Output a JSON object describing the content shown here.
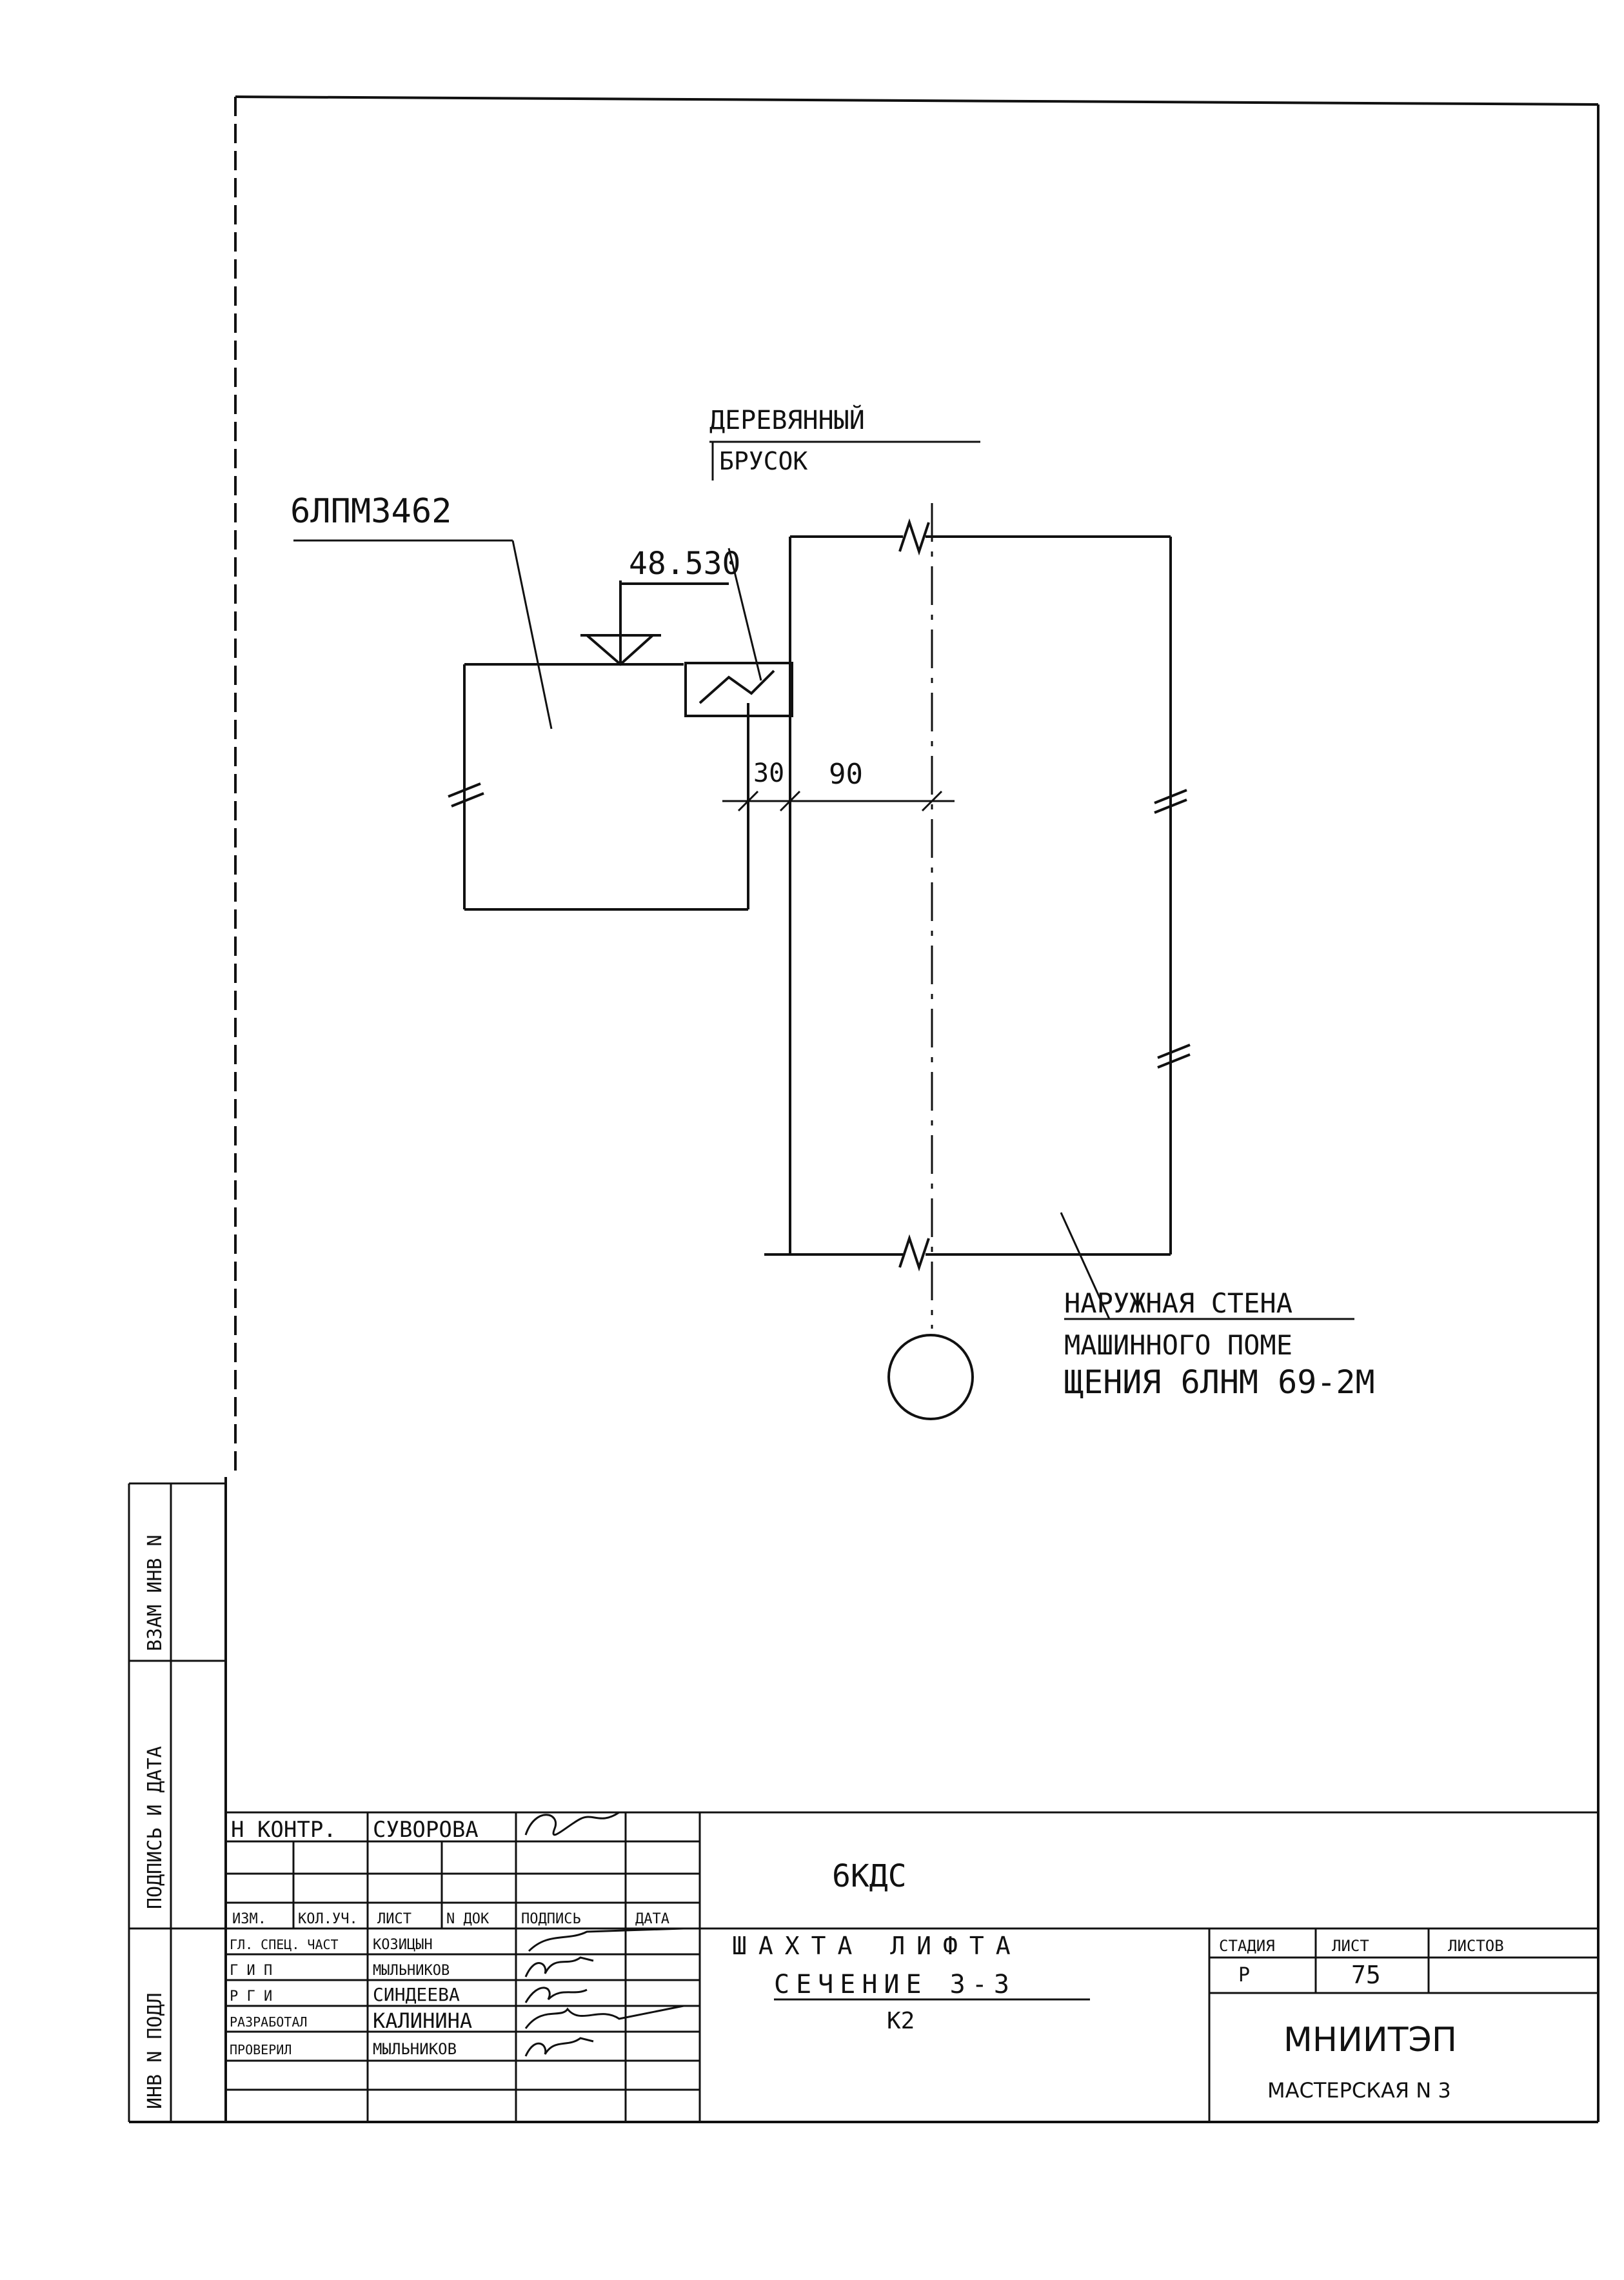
{
  "drawing": {
    "labels": {
      "panel_mark": "6ЛПМ3462",
      "wood_block_line1": "ДЕРЕВЯННЫЙ",
      "wood_block_line2": "БРУСОК",
      "elevation": "48.530",
      "dim_gap": "30",
      "dim_wall": "90",
      "wall_line1": "НАРУЖНАЯ СТЕНА",
      "wall_line2": "МАШИННОГО ПОМЕ",
      "wall_line3": "ЩЕНИЯ 6ЛНМ 69-2М"
    }
  },
  "side_stamp": {
    "inv_orig": "ИНВ N ПОДЛ",
    "sign_date": "ПОДПИСЬ И ДАТА",
    "inv_swap": "ВЗАМ ИНВ N"
  },
  "title_block": {
    "rows": [
      {
        "role": "Н КОНТР.",
        "name": "СУВОРОВА"
      },
      {
        "role": "",
        "name": ""
      },
      {
        "role": "ГЛ. СПЕЦ. ЧАСТ",
        "name": "КОЗИЦЫН"
      },
      {
        "role": "Г И П",
        "name": "МЫЛЬНИКОВ"
      },
      {
        "role": "Р Г И",
        "name": "СИНДЕЕВА"
      },
      {
        "role": "РАЗРАБОТАЛ",
        "name": "КАЛИНИНА"
      },
      {
        "role": "ПРОВЕРИЛ",
        "name": "МЫЛЬНИКОВ"
      }
    ],
    "headers": {
      "izm": "ИЗМ.",
      "kol_uch": "КОЛ.УЧ.",
      "list": "ЛИСТ",
      "n_dok": "N ДОК",
      "podpis": "ПОДПИСЬ",
      "data": "ДАТА"
    },
    "project_code": "6КДС",
    "title_line1": "ШАХТА ЛИФТА",
    "title_line2": "СЕЧЕНИЕ 3-3",
    "title_line3": "К2",
    "stage_label": "СТАДИЯ",
    "sheet_label": "ЛИСТ",
    "sheets_label": "ЛИСТОВ",
    "stage_value": "Р",
    "sheet_value": "75",
    "sheets_value": "",
    "org": "МНИИТЭП",
    "workshop": "МАСТЕРСКАЯ N 3"
  }
}
